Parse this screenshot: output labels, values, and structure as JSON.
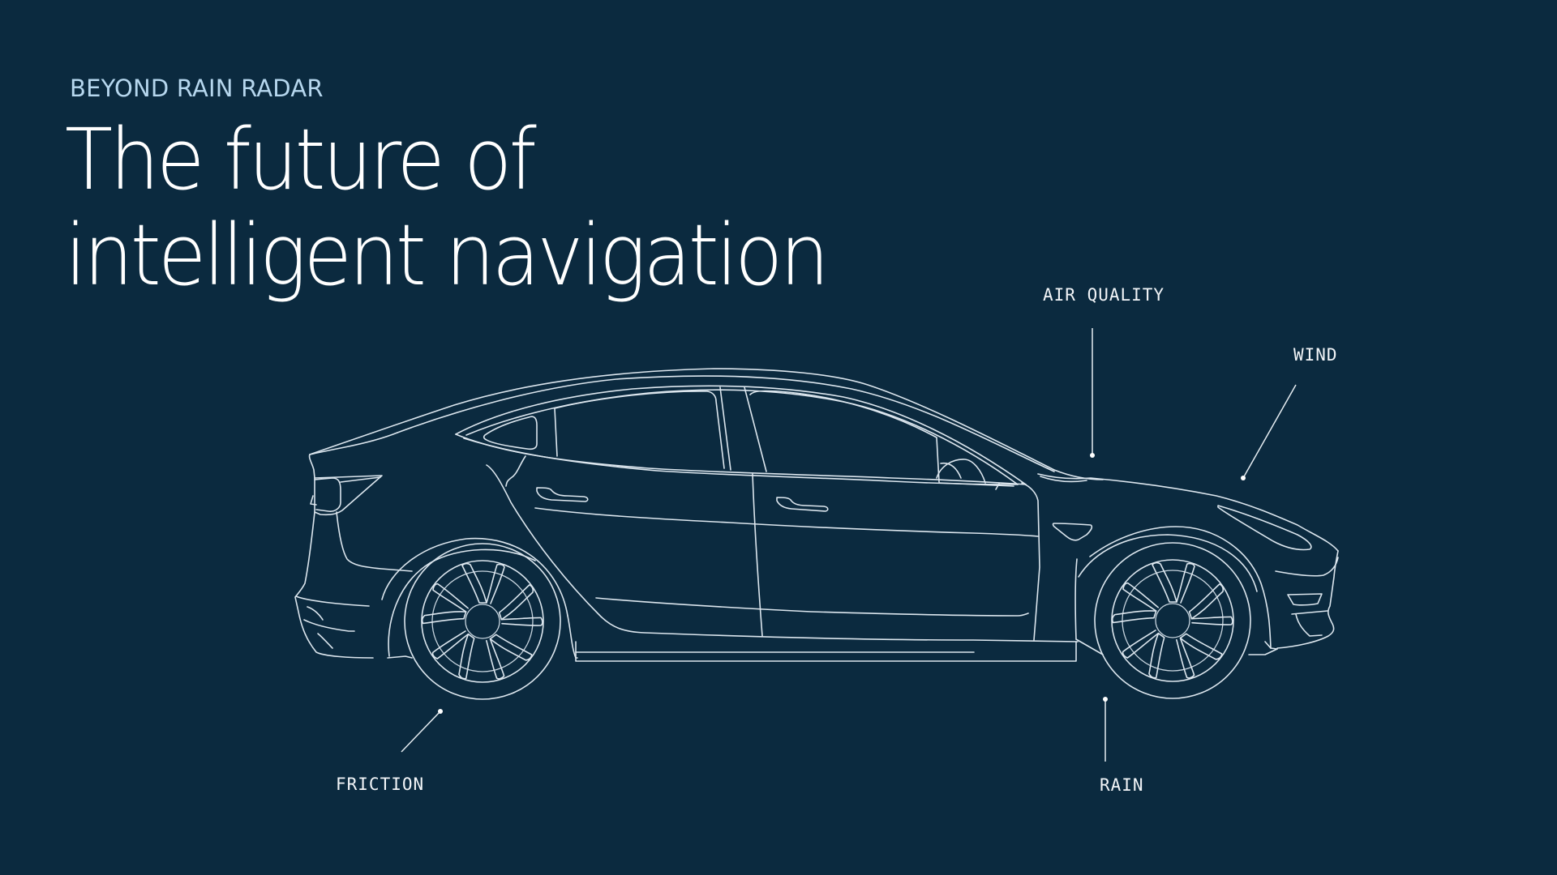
{
  "header": {
    "kicker": "BEYOND RAIN RADAR",
    "title_line1": "The future of",
    "title_line2": "intelligent navigation"
  },
  "callouts": [
    {
      "id": "air-quality",
      "label": "AIR QUALITY"
    },
    {
      "id": "wind",
      "label": "WIND"
    },
    {
      "id": "friction",
      "label": "FRICTION"
    },
    {
      "id": "rain",
      "label": "RAIN"
    }
  ],
  "illustration": {
    "subject": "car-side-outline-icon"
  },
  "colors": {
    "background": "#0B2A3F",
    "kicker": "#B6D7EE",
    "title": "#FFFFFF",
    "lines": "#DCE6EE"
  }
}
